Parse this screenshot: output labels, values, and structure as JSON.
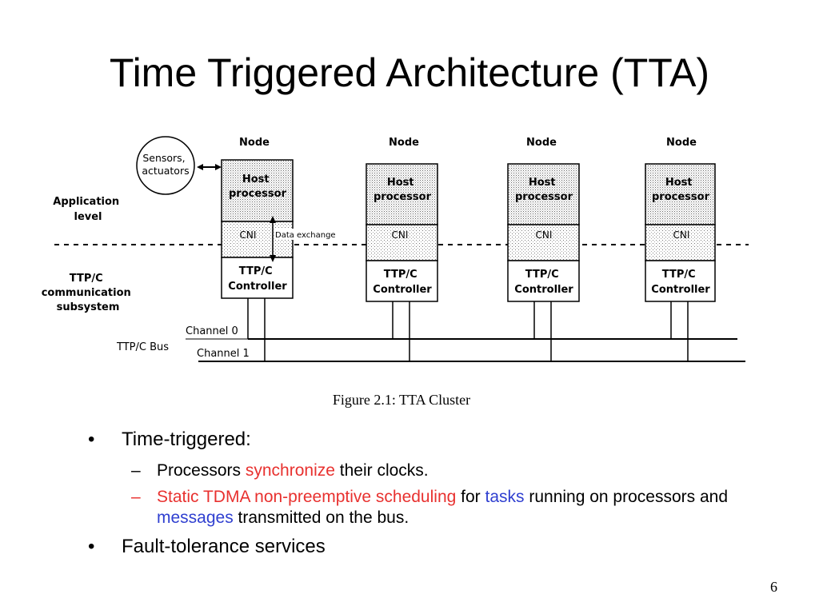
{
  "slide": {
    "title": "Time Triggered Architecture (TTA)",
    "page_number": "6"
  },
  "diagram": {
    "node_label": "Node",
    "nodes": [
      {
        "host": [
          "Host",
          "processor"
        ],
        "cni": "CNI",
        "controller": [
          "TTP/C",
          "Controller"
        ]
      },
      {
        "host": [
          "Host",
          "processor"
        ],
        "cni": "CNI",
        "controller": [
          "TTP/C",
          "Controller"
        ]
      },
      {
        "host": [
          "Host",
          "processor"
        ],
        "cni": "CNI",
        "controller": [
          "TTP/C",
          "Controller"
        ]
      },
      {
        "host": [
          "Host",
          "processor"
        ],
        "cni": "CNI",
        "controller": [
          "TTP/C",
          "Controller"
        ]
      }
    ],
    "sensors": [
      "Sensors,",
      "actuators"
    ],
    "application_level": [
      "Application",
      "level"
    ],
    "comm_subsystem": [
      "TTP/C",
      "communication",
      "subsystem"
    ],
    "data_exchange": "Data exchange",
    "channel0": "Channel 0",
    "channel1": "Channel 1",
    "bus_label": "TTP/C Bus",
    "caption": "Figure 2.1: TTA Cluster"
  },
  "bullets": [
    {
      "level": 1,
      "marker": "•",
      "segments": [
        {
          "text": "Time-triggered:",
          "color": "black"
        }
      ]
    },
    {
      "level": 2,
      "marker": "–",
      "marker_color": "black",
      "segments": [
        {
          "text": "Processors ",
          "color": "black"
        },
        {
          "text": "synchronize",
          "color": "red"
        },
        {
          "text": " their clocks.",
          "color": "black"
        }
      ]
    },
    {
      "level": 2,
      "marker": "–",
      "marker_color": "red",
      "segments": [
        {
          "text": "Static TDMA non-preemptive scheduling",
          "color": "red"
        },
        {
          "text": " for ",
          "color": "black"
        },
        {
          "text": "tasks",
          "color": "blue"
        },
        {
          "text": " running on processors and ",
          "color": "black"
        },
        {
          "text": "messages",
          "color": "blue"
        },
        {
          "text": " transmitted on the bus.",
          "color": "black"
        }
      ]
    },
    {
      "level": 1,
      "marker": "•",
      "segments": [
        {
          "text": "Fault-tolerance services",
          "color": "black"
        }
      ]
    }
  ],
  "colors": {
    "red": "#e8312f",
    "blue": "#2f3fd0",
    "text": "#000000"
  }
}
